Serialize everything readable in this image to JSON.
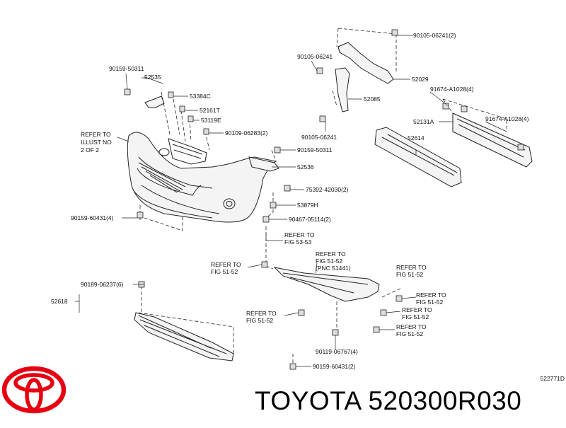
{
  "brand": "TOYOTA",
  "part_number": "520300R030",
  "diagram_code": "522771D",
  "colors": {
    "logo_red": "#e60012",
    "line": "#222222"
  },
  "labels": {
    "l90159_50311_top": "90159-50311",
    "l52535": "52535",
    "l53384C": "53384C",
    "l52161T": "52161T",
    "l53119E": "53119E",
    "l90109_06283": "90109-06283(2)",
    "refer_illust_1": "REFER TO",
    "refer_illust_2": "ILLUST NO",
    "refer_illust_3": "2 OF 2",
    "l90159_50311_mid": "90159-50311",
    "l52536": "52536",
    "l75392": "75392-42030(2)",
    "l53879H": "53879H",
    "l90159_60431_4": "90159-60431(4)",
    "l90467": "90467-05114(2)",
    "fig5353_1": "REFER TO",
    "fig5353_2": "FIG 53-53",
    "l90105_06241_a": "90105-06241",
    "l90105_06241_2": "90105-06241(2)",
    "l52029": "52029",
    "l52085": "52085",
    "l90105_06241_b": "90105-06241",
    "l91674_a": "91674-A1028(4)",
    "l52131A": "52131A",
    "l91674_b": "91674-A1028(4)",
    "l52614": "52614",
    "fig5152_pnc_1": "REFER TO",
    "fig5152_pnc_2": "FIG 51-52",
    "fig5152_pnc_3": "(PNC 51441)",
    "fig5152_a_1": "REFER TO",
    "fig5152_a_2": "FIG 51-52",
    "fig5152_b_1": "REFER TO",
    "fig5152_b_2": "FIG 51-52",
    "fig5152_c_1": "REFER TO",
    "fig5152_c_2": "FIG 51-52",
    "fig5152_d_1": "REFER TO",
    "fig5152_d_2": "FIG 51-52",
    "fig5152_e_1": "REFER TO",
    "fig5152_e_2": "FIG 51-52",
    "fig5152_f_1": "REFER TO",
    "fig5152_f_2": "FIG 51-52",
    "l90189": "90189-06237(6)",
    "l52618": "52618",
    "l90119": "90119-06767(4)",
    "l90159_60431_2": "90159-60431(2)"
  }
}
